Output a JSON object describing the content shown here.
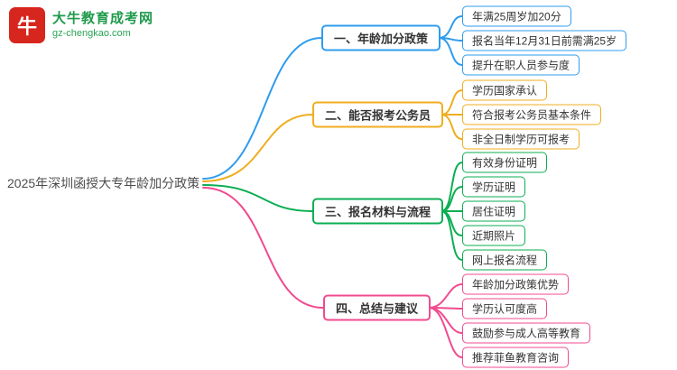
{
  "logo": {
    "badge": "牛",
    "brand": "大牛教育成考网",
    "domain": "gz-chengkao.com"
  },
  "central": {
    "label": "2025年深圳函授大专年龄加分政策"
  },
  "branches": [
    {
      "label": "一、年龄加分政策",
      "color": "#2f9ced",
      "items": [
        "年满25周岁加20分",
        "报名当年12月31日前需满25岁",
        "提升在职人员参与度"
      ]
    },
    {
      "label": "二、能否报考公务员",
      "color": "#f0ad1f",
      "items": [
        "学历国家承认",
        "符合报考公务员基本条件",
        "非全日制学历可报考"
      ]
    },
    {
      "label": "三、报名材料与流程",
      "color": "#0bae52",
      "items": [
        "有效身份证明",
        "学历证明",
        "居住证明",
        "近期照片",
        "网上报名流程"
      ]
    },
    {
      "label": "四、总结与建议",
      "color": "#f04b8f",
      "items": [
        "年龄加分政策优势",
        "学历认可度高",
        "鼓励参与成人高等教育",
        "推荐菲鱼教育咨询"
      ]
    }
  ]
}
